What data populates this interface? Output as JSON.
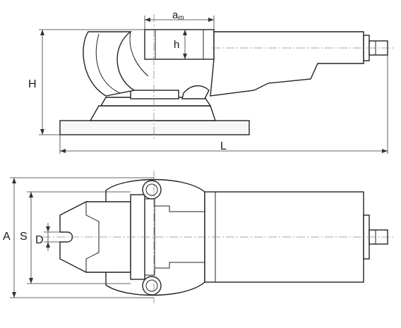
{
  "labels": {
    "am_main": "a",
    "am_sub": "m",
    "h": "h",
    "H": "H",
    "L": "L",
    "A": "A",
    "S": "S",
    "D": "D"
  }
}
